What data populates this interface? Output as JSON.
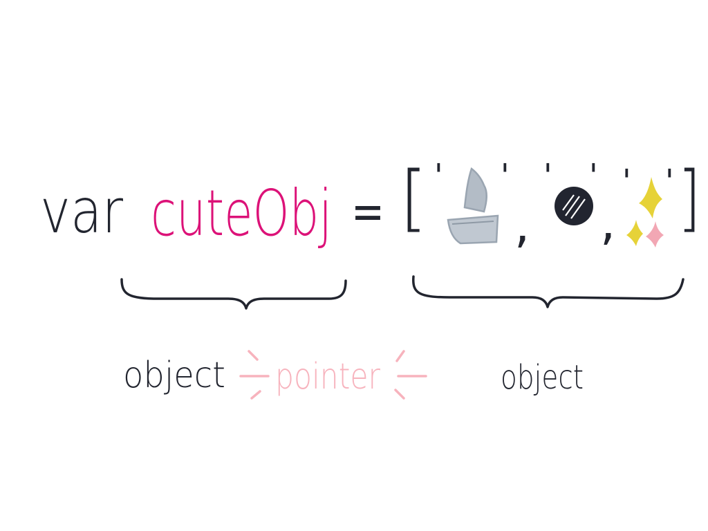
{
  "code": {
    "keyword": "var",
    "variable": "cuteObj",
    "operator": "=",
    "open_bracket": "[",
    "close_bracket": "]",
    "quote": "'",
    "comma": ","
  },
  "array_items": [
    {
      "icon": "sailboat-icon",
      "colors": [
        "#b3bcc6",
        "#8e99a5"
      ]
    },
    {
      "icon": "black-ball-icon",
      "colors": [
        "#222530",
        "#ffffff"
      ]
    },
    {
      "icon": "sparkles-icon",
      "colors": [
        "#e6d238",
        "#f2a7b4"
      ]
    }
  ],
  "labels": {
    "left_object": "object",
    "pointer": "pointer",
    "right_object": "object"
  },
  "colors": {
    "ink": "#22252f",
    "variable": "#dc1278",
    "pointer": "#f7b3bd",
    "background": "#ffffff"
  }
}
